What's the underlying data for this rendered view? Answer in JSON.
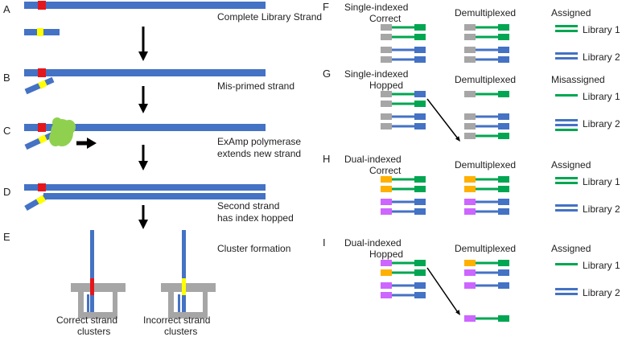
{
  "colors": {
    "blue": "#4472C4",
    "red": "#E5161B",
    "yellow": "#FFFF00",
    "green": "#00A651",
    "grey": "#A6A6A6",
    "orange": "#FFB000",
    "purple": "#CC66FF",
    "polymerase": "#8FD14F",
    "black": "#000000",
    "text": "#222222"
  },
  "left": {
    "panels": [
      "A",
      "B",
      "C",
      "D",
      "E"
    ],
    "labels": {
      "a": "Complete Library Strand",
      "b": "Mis-primed strand",
      "c_line1": "ExAmp polymerase",
      "c_line2": "extends new strand",
      "d_line1": "Second strand",
      "d_line2": "has index hopped",
      "e": "Cluster formation",
      "correct_line1": "Correct strand",
      "correct_line2": "clusters",
      "incorrect_line1": "Incorrect strand",
      "incorrect_line2": "clusters"
    }
  },
  "right": {
    "panels": [
      {
        "letter": "F",
        "title_line1": "Single-indexed",
        "title_line2": "Correct",
        "middle": "Demultiplexed",
        "status": "Assigned",
        "library1": "Library 1",
        "library2": "Library 2",
        "input_left": [
          "grey",
          "grey",
          "grey",
          "grey"
        ],
        "input_right": [
          "green",
          "green",
          "blue",
          "blue"
        ],
        "output_left": [
          "grey",
          "grey",
          "grey",
          "grey"
        ],
        "output_right": [
          "green",
          "green",
          "blue",
          "blue"
        ],
        "assigned_lib1": [
          "green",
          "green"
        ],
        "assigned_lib2": [
          "blue",
          "blue"
        ],
        "has_arrow": false
      },
      {
        "letter": "G",
        "title_line1": "Single-indexed",
        "title_line2": "Hopped",
        "middle": "Demultiplexed",
        "status": "Misassigned",
        "library1": "Library 1",
        "library2": "Library 2",
        "input_left": [
          "grey",
          "grey",
          "grey",
          "grey"
        ],
        "input_right": [
          "blue",
          "green",
          "blue",
          "blue"
        ],
        "input_lines": [
          "green",
          "green",
          "blue",
          "blue"
        ],
        "output_left": [
          "grey",
          "grey",
          "grey",
          "grey"
        ],
        "output_right": [
          "green",
          "blue",
          "blue",
          "green"
        ],
        "output_lines": [
          "green",
          "blue",
          "blue",
          "green"
        ],
        "assigned_lib1": [
          "green"
        ],
        "assigned_lib2": [
          "blue",
          "blue",
          "green"
        ],
        "has_arrow": true
      },
      {
        "letter": "H",
        "title_line1": "Dual-indexed",
        "title_line2": "Correct",
        "middle": "Demultiplexed",
        "status": "Assigned",
        "library1": "Library 1",
        "library2": "Library 2",
        "input_left": [
          "orange",
          "orange",
          "purple",
          "purple"
        ],
        "input_right": [
          "green",
          "green",
          "blue",
          "blue"
        ],
        "output_left": [
          "orange",
          "orange",
          "purple",
          "purple"
        ],
        "output_right": [
          "green",
          "green",
          "blue",
          "blue"
        ],
        "assigned_lib1": [
          "green",
          "green"
        ],
        "assigned_lib2": [
          "blue",
          "blue"
        ],
        "has_arrow": false
      },
      {
        "letter": "I",
        "title_line1": "Dual-indexed",
        "title_line2": "Hopped",
        "middle": "Demultiplexed",
        "status": "Assigned",
        "library1": "Library 1",
        "library2": "Library 2",
        "input_left": [
          "purple",
          "orange",
          "purple",
          "purple"
        ],
        "input_right": [
          "green",
          "green",
          "blue",
          "blue"
        ],
        "output_left": [
          "orange",
          "purple",
          "purple",
          "purple"
        ],
        "output_right": [
          "green",
          "blue",
          "blue",
          "green"
        ],
        "assigned_lib1": [
          "green"
        ],
        "assigned_lib2": [
          "blue",
          "blue"
        ],
        "has_arrow": true
      }
    ]
  }
}
